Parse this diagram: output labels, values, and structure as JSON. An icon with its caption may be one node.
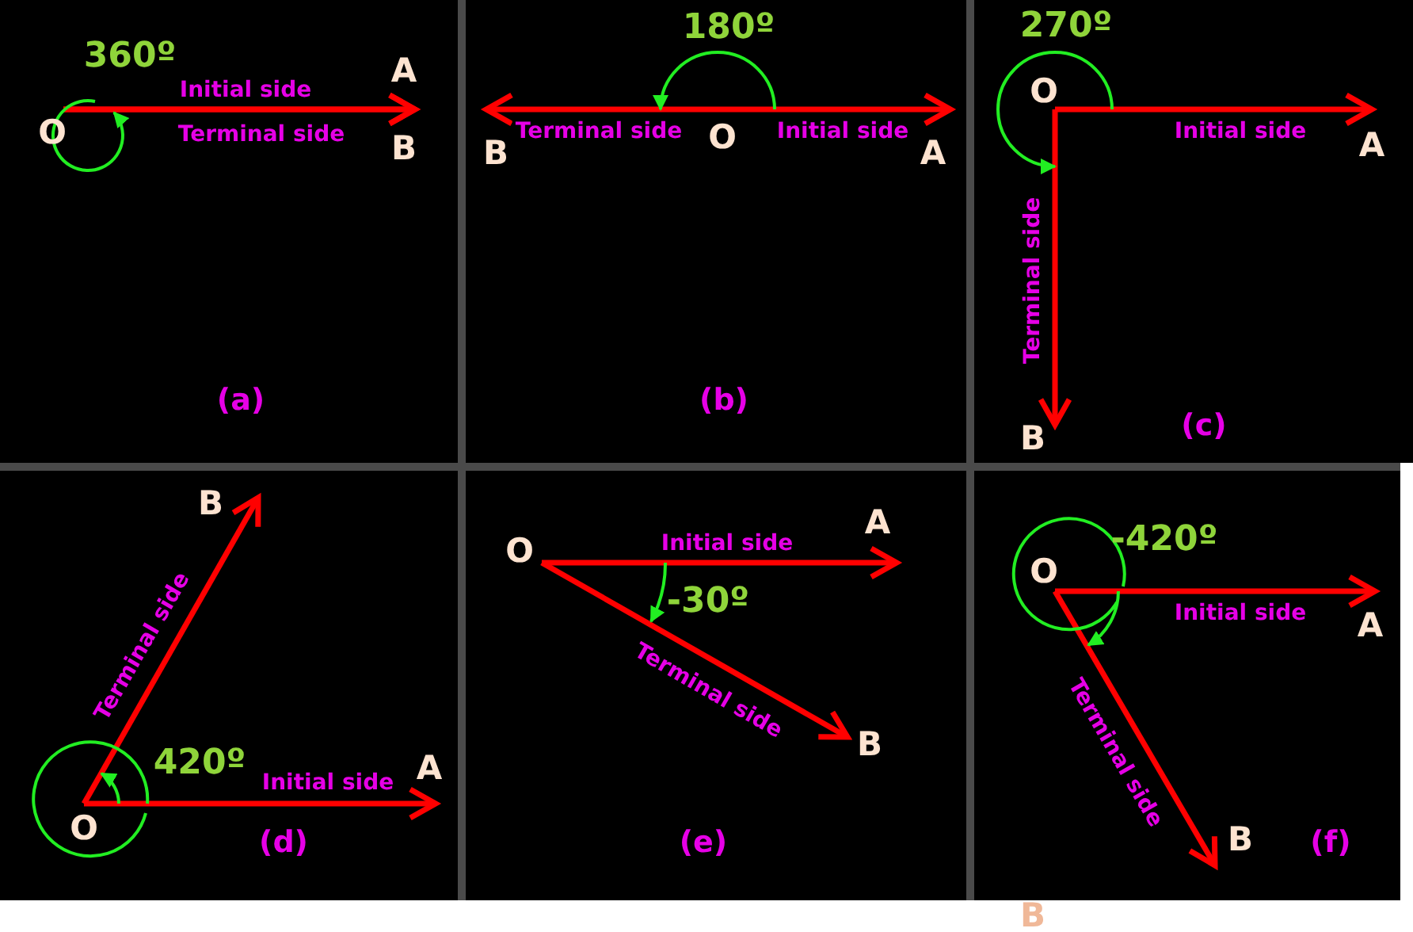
{
  "diagram": {
    "nodes": [
      {
        "text": [
          "(a)"
        ]
      },
      {
        "text": [
          "O"
        ],
        "in": 0
      },
      {
        "text": [
          "A"
        ],
        "in": 0
      },
      {
        "text": [
          "B"
        ],
        "in": 0
      },
      {
        "text": [
          "(b)"
        ]
      },
      {
        "text": [
          "O"
        ],
        "in": 4
      },
      {
        "text": [
          "A"
        ],
        "in": 4
      },
      {
        "text": [
          "B"
        ],
        "in": 4
      },
      {
        "text": [
          "(c)"
        ]
      },
      {
        "text": [
          "O"
        ],
        "in": 8
      },
      {
        "text": [
          "A"
        ],
        "in": 8
      },
      {
        "text": [
          "B"
        ],
        "in": 8
      },
      {
        "text": [
          "(d)"
        ]
      },
      {
        "text": [
          "O"
        ],
        "in": 12
      },
      {
        "text": [
          "A"
        ],
        "in": 12
      },
      {
        "text": [
          "B"
        ],
        "in": 12
      },
      {
        "text": [
          "(e)"
        ]
      },
      {
        "text": [
          "O"
        ],
        "in": 16
      },
      {
        "text": [
          "A"
        ],
        "in": 16
      },
      {
        "text": [
          "B"
        ],
        "in": 16
      },
      {
        "text": [
          "(f)"
        ]
      },
      {
        "text": [
          "O"
        ],
        "in": 20
      },
      {
        "text": [
          "A"
        ],
        "in": 20
      },
      {
        "text": [
          "B"
        ],
        "in": 20
      }
    ],
    "edges": [
      {
        "from": 1,
        "to": 2,
        "arrow": "to",
        "label": "Initial side"
      },
      {
        "from": 1,
        "to": 3,
        "arrow": "to",
        "label": "Terminal side"
      },
      {
        "from": 5,
        "to": 6,
        "arrow": "to",
        "label": "Initial side"
      },
      {
        "from": 5,
        "to": 7,
        "arrow": "to",
        "label": "Terminal side"
      },
      {
        "from": 9,
        "to": 10,
        "arrow": "to",
        "label": "Initial side"
      },
      {
        "from": 9,
        "to": 11,
        "arrow": "to",
        "label": "Terminal side"
      },
      {
        "from": 13,
        "to": 14,
        "arrow": "to",
        "label": "Initial side"
      },
      {
        "from": 13,
        "to": 15,
        "arrow": "to",
        "label": "Terminal side"
      },
      {
        "from": 17,
        "to": 18,
        "arrow": "to",
        "label": "Initial side"
      },
      {
        "from": 17,
        "to": 19,
        "arrow": "to",
        "label": "Terminal side"
      },
      {
        "from": 21,
        "to": 22,
        "arrow": "to",
        "label": "Initial side"
      },
      {
        "from": 21,
        "to": 23,
        "arrow": "to",
        "label": "Terminal side"
      }
    ],
    "labels": [
      "360º",
      "180º",
      "270º",
      "-420º",
      "-30º",
      "420º",
      "B"
    ]
  }
}
